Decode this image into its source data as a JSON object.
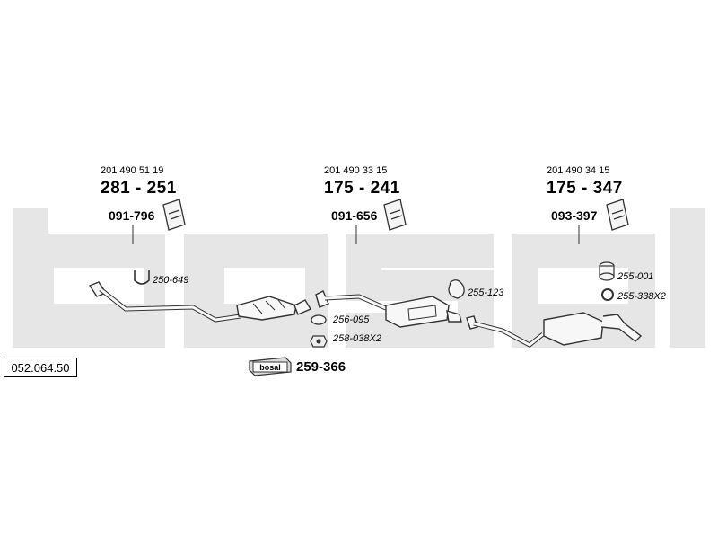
{
  "brand_watermark": "bosal",
  "catalog_number": "052.064.50",
  "groups": [
    {
      "oe_number": "201 490 51 19",
      "part_number": "281 - 251",
      "mount_number": "091-796"
    },
    {
      "oe_number": "201 490 33 15",
      "part_number": "175 - 241",
      "mount_number": "091-656"
    },
    {
      "oe_number": "201 490 34 15",
      "part_number": "175 - 347",
      "mount_number": "093-397"
    }
  ],
  "accessories": {
    "u_clamp": "250-649",
    "gasket_ring": "256-095",
    "nut_x2": "258-038X2",
    "hanger": "255-123",
    "rubber_mount": "255-001",
    "ring_x2": "255-338X2"
  },
  "assembly_kit": {
    "logo_text": "bosal",
    "number": "259-366"
  },
  "colors": {
    "watermark": "#e6e6e6",
    "line": "#333333",
    "part_fill": "#f7f7f7"
  }
}
